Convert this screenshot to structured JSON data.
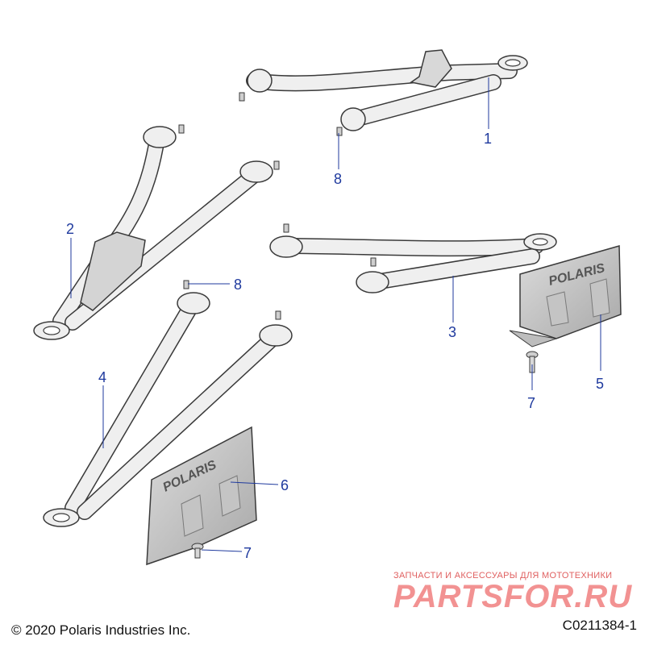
{
  "callouts": [
    "1",
    "2",
    "3",
    "4",
    "5",
    "6",
    "7",
    "7",
    "8",
    "8"
  ],
  "guard_logo_text": "POLARIS",
  "footer": {
    "copyright": "© 2020 Polaris Industries Inc.",
    "diagram_code": "C0211384-1"
  },
  "watermark": {
    "tagline": "ЗАПЧАСТИ И АКСЕССУАРЫ ДЛЯ МОТОТЕХНИКИ",
    "logo": "PARTSFOR.RU"
  },
  "colors": {
    "callout": "#1f3a9e",
    "part_fill": "#efefef",
    "outline": "#3a3a3a"
  }
}
